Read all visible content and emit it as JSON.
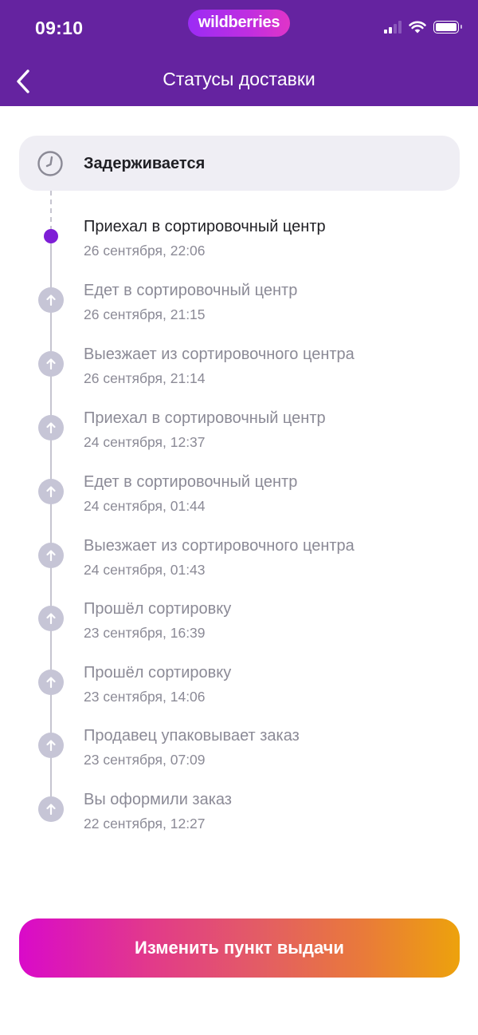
{
  "status_bar": {
    "time": "09:10",
    "brand": "wildberries"
  },
  "header": {
    "title": "Статусы доставки",
    "back_icon": "chevron-left-icon"
  },
  "colors": {
    "header_bg": "#6523a0",
    "active_dot": "#7e1ed6",
    "inactive_dot": "#c6c5d6",
    "card_bg": "#efeef4"
  },
  "current_status": {
    "icon": "clock-icon",
    "label": "Задерживается"
  },
  "events": [
    {
      "title": "Приехал в сортировочный центр",
      "date": "26 сентября, 22:06",
      "active": true
    },
    {
      "title": "Едет в сортировочный центр",
      "date": "26 сентября, 21:15",
      "active": false
    },
    {
      "title": "Выезжает из сортировочного центра",
      "date": "26 сентября, 21:14",
      "active": false
    },
    {
      "title": "Приехал в сортировочный центр",
      "date": "24 сентября, 12:37",
      "active": false
    },
    {
      "title": "Едет в сортировочный центр",
      "date": "24 сентября, 01:44",
      "active": false
    },
    {
      "title": "Выезжает из сортировочного центра",
      "date": "24 сентября, 01:43",
      "active": false
    },
    {
      "title": "Прошёл сортировку",
      "date": "23 сентября, 16:39",
      "active": false
    },
    {
      "title": "Прошёл сортировку",
      "date": "23 сентября, 14:06",
      "active": false
    },
    {
      "title": "Продавец упаковывает заказ",
      "date": "23 сентября, 07:09",
      "active": false
    },
    {
      "title": "Вы оформили заказ",
      "date": "22 сентября, 12:27",
      "active": false
    }
  ],
  "actions": {
    "change_pickup_label": "Изменить пункт выдачи"
  }
}
